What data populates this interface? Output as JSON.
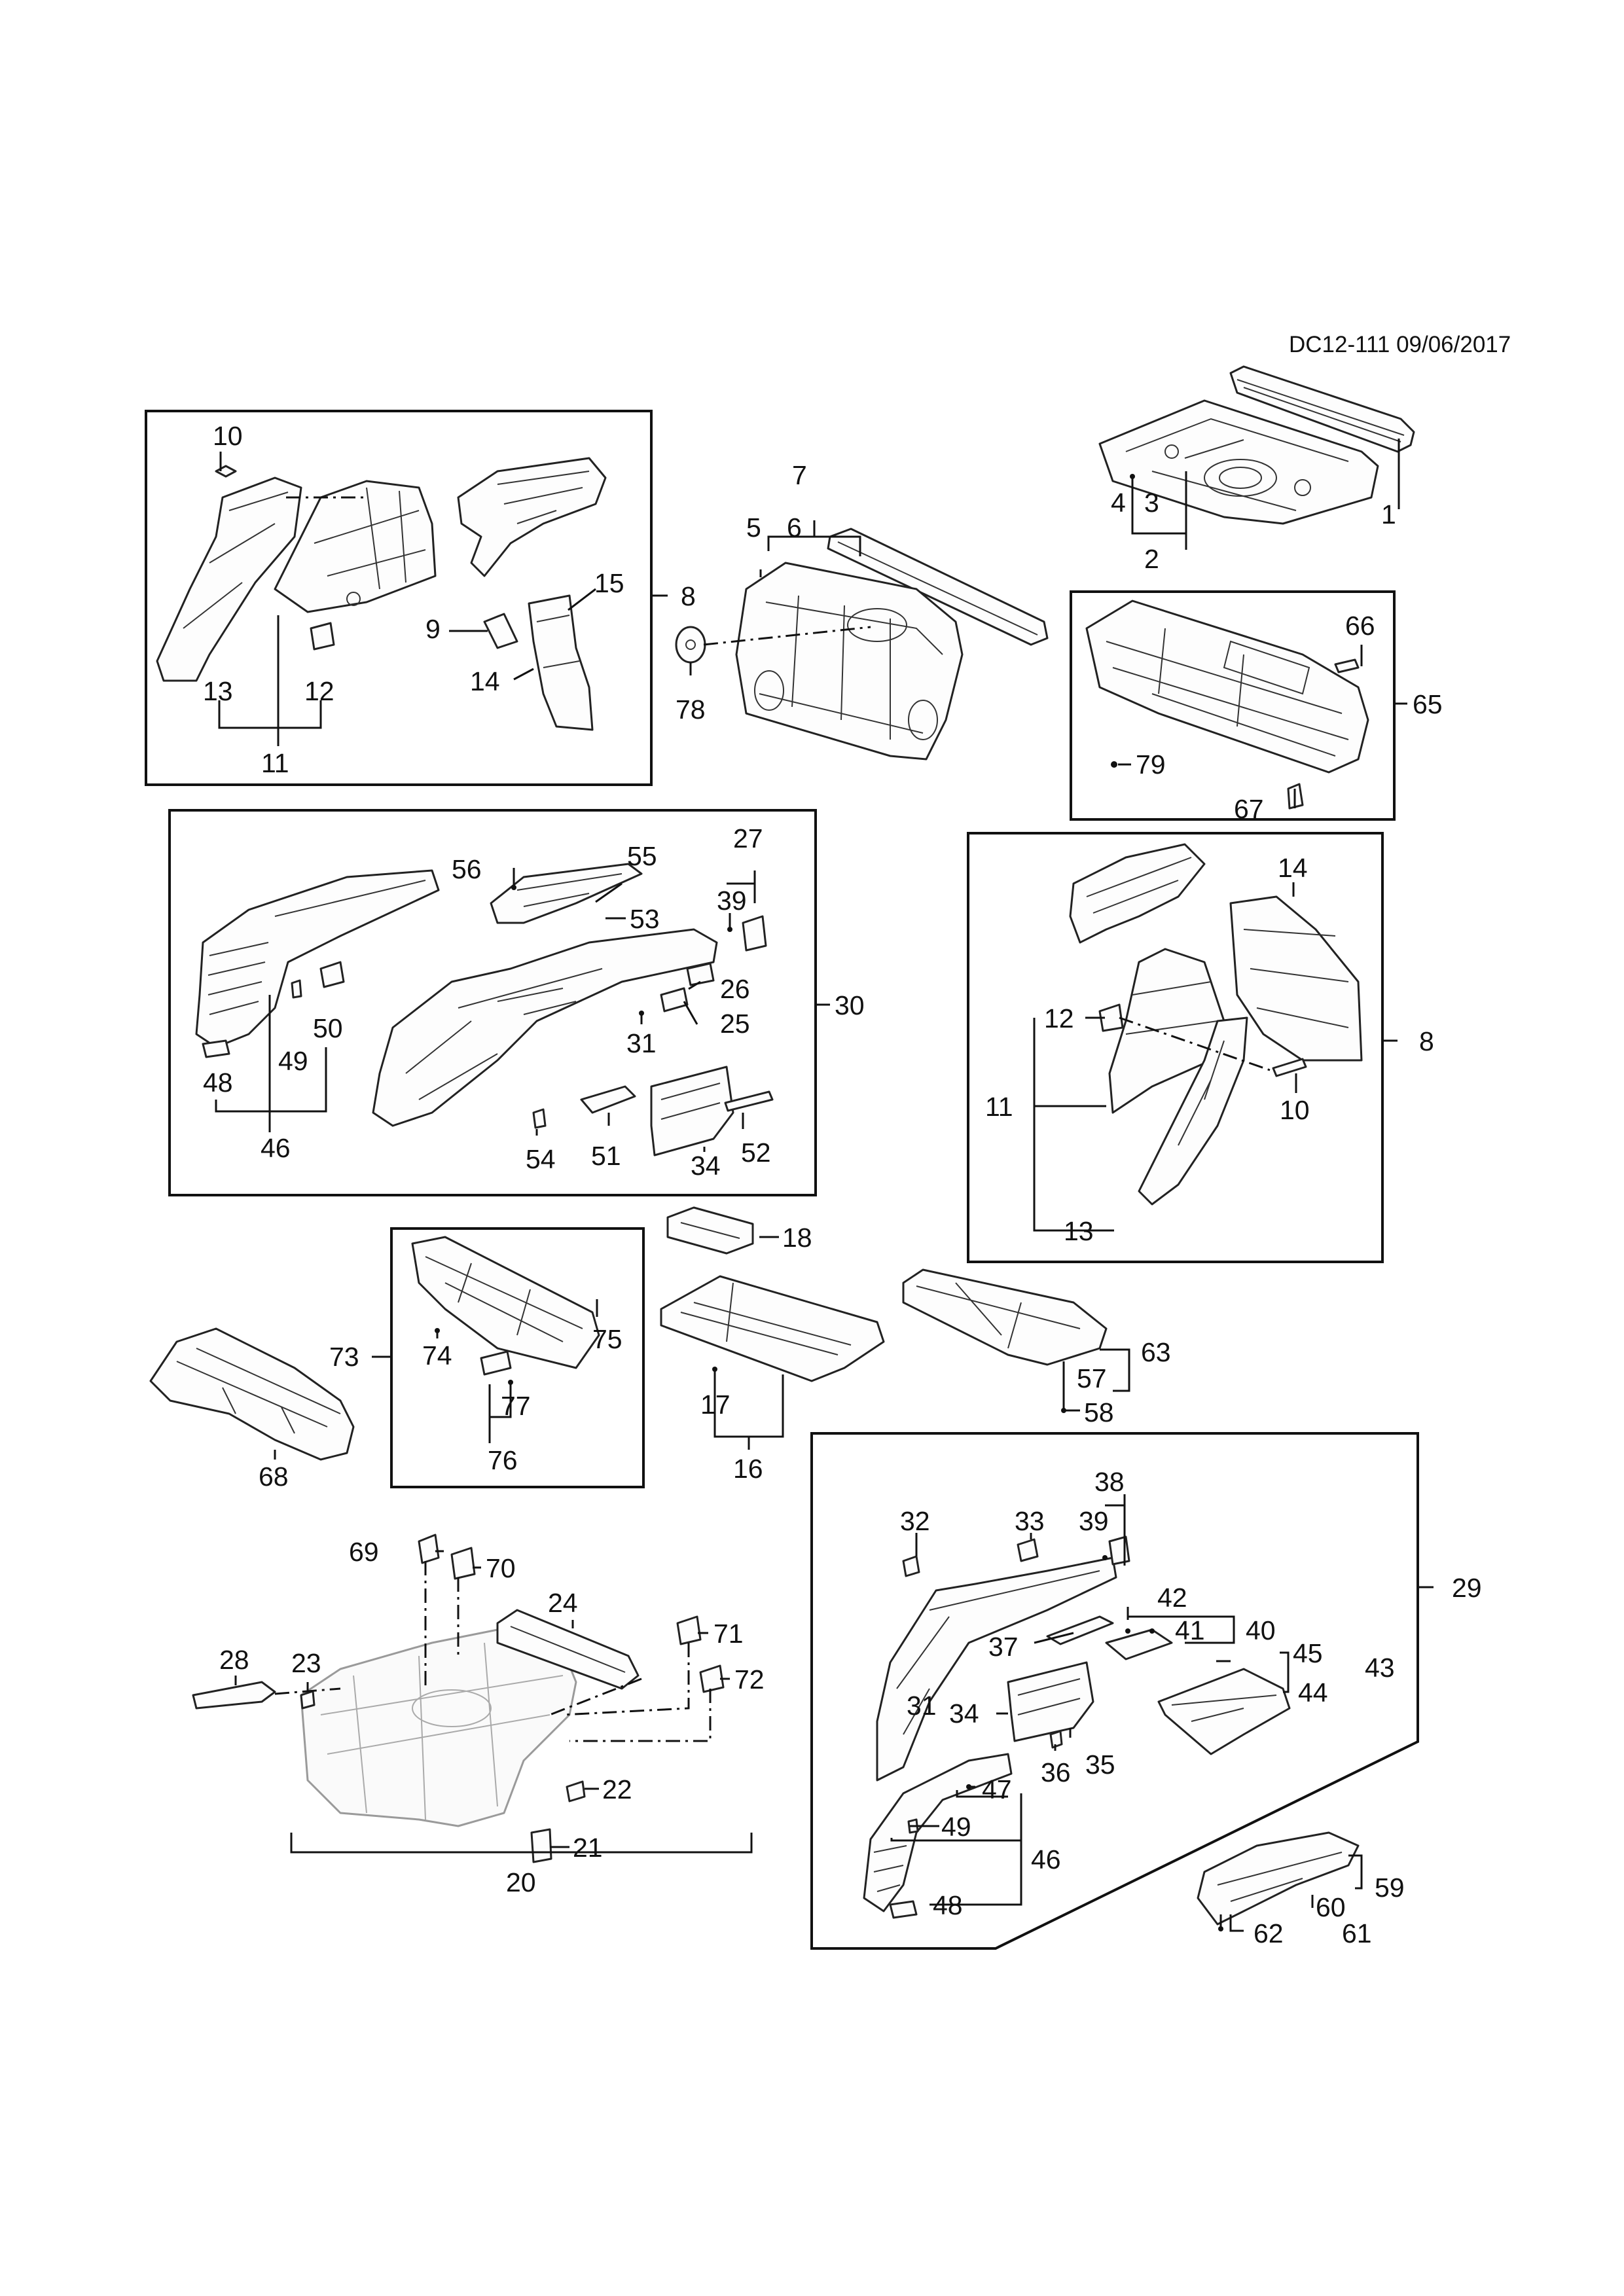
{
  "header": {
    "code": "DC12-111 09/06/2017"
  },
  "callouts": {
    "c1": "1",
    "c2": "2",
    "c3": "3",
    "c4": "4",
    "c5": "5",
    "c6": "6",
    "c7": "7",
    "c8": "8",
    "c9": "9",
    "c10": "10",
    "c11": "11",
    "c12": "12",
    "c13": "13",
    "c14": "14",
    "c15": "15",
    "c16": "16",
    "c17": "17",
    "c18": "18",
    "c20": "20",
    "c21": "21",
    "c22": "22",
    "c23": "23",
    "c24": "24",
    "c25": "25",
    "c26": "26",
    "c27": "27",
    "c28": "28",
    "c29": "29",
    "c30": "30",
    "c31": "31",
    "c32": "32",
    "c33": "33",
    "c34": "34",
    "c35": "35",
    "c36": "36",
    "c37": "37",
    "c38": "38",
    "c39": "39",
    "c40": "40",
    "c41": "41",
    "c42": "42",
    "c43": "43",
    "c44": "44",
    "c45": "45",
    "c46": "46",
    "c47": "47",
    "c48": "48",
    "c49": "49",
    "c50": "50",
    "c51": "51",
    "c52": "52",
    "c53": "53",
    "c54": "54",
    "c55": "55",
    "c56": "56",
    "c57": "57",
    "c58": "58",
    "c59": "59",
    "c60": "60",
    "c61": "61",
    "c62": "62",
    "c63": "63",
    "c65": "65",
    "c66": "66",
    "c67": "67",
    "c68": "68",
    "c69": "69",
    "c70": "70",
    "c71": "71",
    "c72": "72",
    "c73": "73",
    "c74": "74",
    "c75": "75",
    "c76": "76",
    "c77": "77",
    "c78": "78",
    "c79": "79"
  }
}
